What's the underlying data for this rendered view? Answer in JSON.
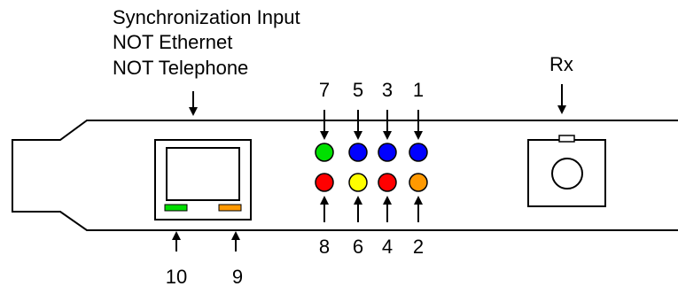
{
  "rj45_label": {
    "line1": "Synchronization Input",
    "line2": "NOT Ethernet",
    "line3": "NOT Telephone"
  },
  "rx_label": "Rx",
  "leds": [
    {
      "number": "7",
      "color": "#00e000"
    },
    {
      "number": "5",
      "color": "#0000ff"
    },
    {
      "number": "3",
      "color": "#0000ff"
    },
    {
      "number": "1",
      "color": "#0000ff"
    },
    {
      "number": "8",
      "color": "#ff0000"
    },
    {
      "number": "6",
      "color": "#ffff00"
    },
    {
      "number": "4",
      "color": "#ff0000"
    },
    {
      "number": "2",
      "color": "#ff9900"
    }
  ],
  "rj45_leds": [
    {
      "number": "10",
      "color": "#00dd00"
    },
    {
      "number": "9",
      "color": "#ff9900"
    }
  ]
}
